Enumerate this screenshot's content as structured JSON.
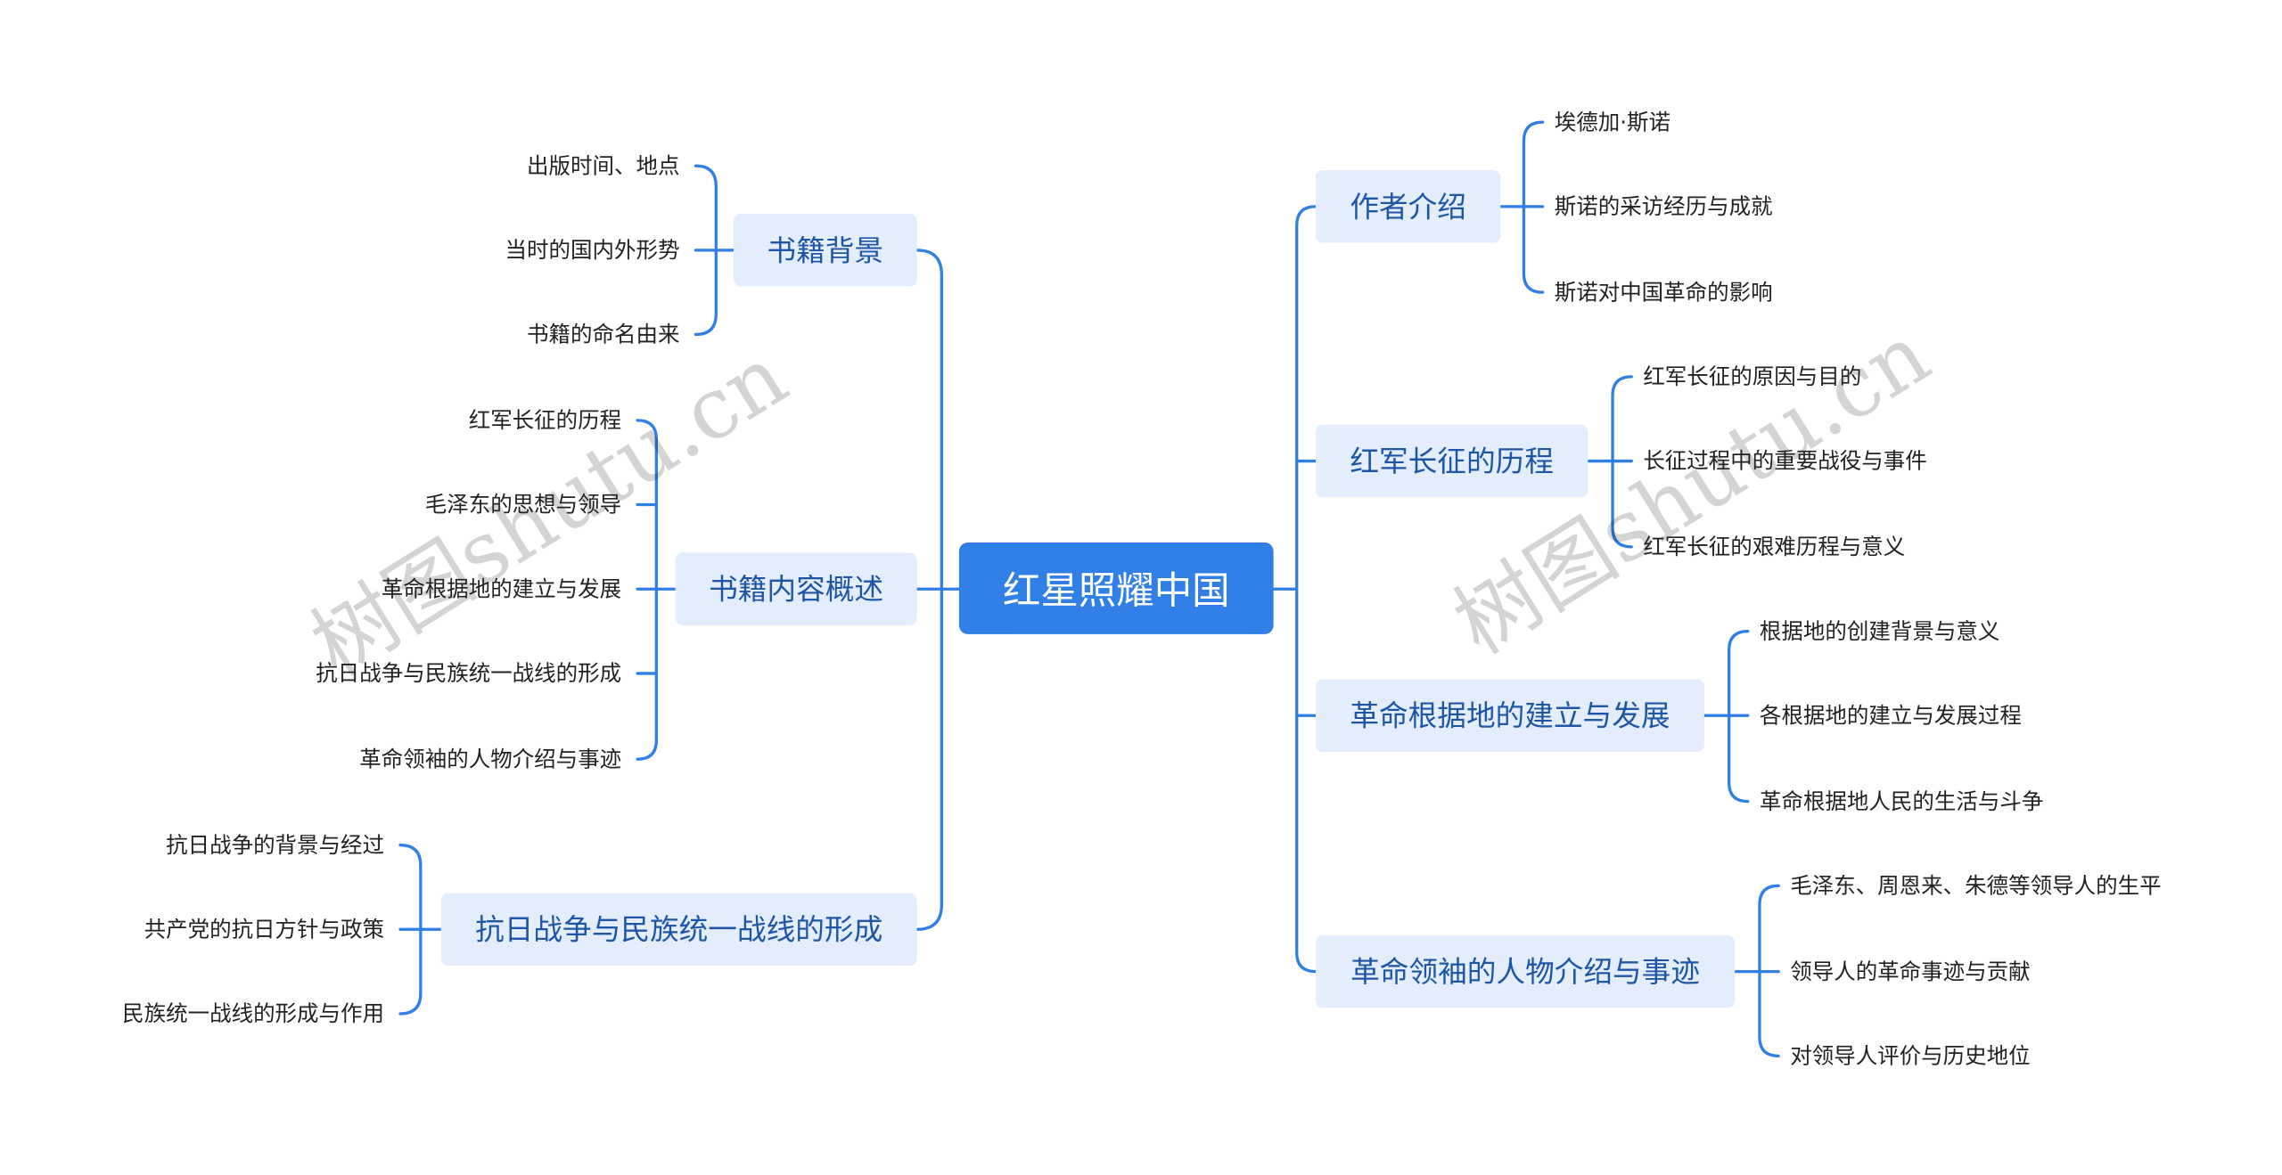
{
  "root": "红星照耀中国",
  "watermark": "树图shutu.cn",
  "left": [
    {
      "label": "书籍背景",
      "children": [
        "出版时间、地点",
        "当时的国内外形势",
        "书籍的命名由来"
      ]
    },
    {
      "label": "书籍内容概述",
      "children": [
        "红军长征的历程",
        "毛泽东的思想与领导",
        "革命根据地的建立与发展",
        "抗日战争与民族统一战线的形成",
        "革命领袖的人物介绍与事迹"
      ]
    },
    {
      "label": "抗日战争与民族统一战线的形成",
      "children": [
        "抗日战争的背景与经过",
        "共产党的抗日方针与政策",
        "民族统一战线的形成与作用"
      ]
    }
  ],
  "right": [
    {
      "label": "作者介绍",
      "children": [
        "埃德加·斯诺",
        "斯诺的采访经历与成就",
        "斯诺对中国革命的影响"
      ]
    },
    {
      "label": "红军长征的历程",
      "children": [
        "红军长征的原因与目的",
        "长征过程中的重要战役与事件",
        "红军长征的艰难历程与意义"
      ]
    },
    {
      "label": "革命根据地的建立与发展",
      "children": [
        "根据地的创建背景与意义",
        "各根据地的建立与发展过程",
        "革命根据地人民的生活与斗争"
      ]
    },
    {
      "label": "革命领袖的人物介绍与事迹",
      "children": [
        "毛泽东、周恩来、朱德等领导人的生平",
        "领导人的革命事迹与贡献",
        "对领导人评价与历史地位"
      ]
    }
  ],
  "colors": {
    "root_bg": "#2f7fe6",
    "node_bg": "#e4edfb",
    "node_text": "#1e56a6",
    "edge": "#2f7fe6"
  }
}
